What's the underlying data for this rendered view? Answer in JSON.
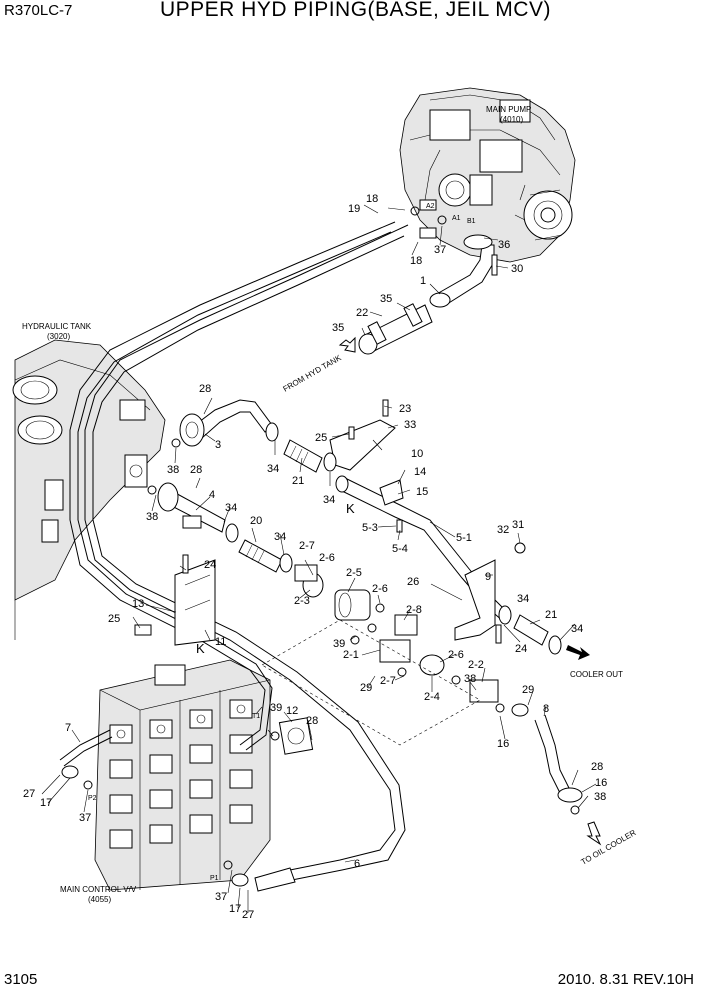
{
  "header": {
    "model": "R370LC-7",
    "title": "UPPER HYD PIPING(BASE, JEIL MCV)"
  },
  "footer": {
    "page": "3105",
    "revision": "2010. 8.31  REV.10H"
  },
  "assemblies": {
    "main_pump": {
      "name": "MAIN PUMP",
      "code": "(4010)"
    },
    "hydraulic_tank": {
      "name": "HYDRAULIC TANK",
      "code": "(3020)"
    },
    "main_control": {
      "name": "MAIN CONTROL V/V",
      "code": "(4055)"
    }
  },
  "flow": {
    "from_hyd_tank": "FROM HYD TANK",
    "cooler_out": "COOLER OUT",
    "to_oil_cooler": "TO OIL COOLER"
  },
  "ports": {
    "a1": "A1",
    "a2": "A2",
    "b1": "B1",
    "t1": "T1",
    "p1": "P1",
    "p2": "P2",
    "k": "K"
  },
  "callouts": [
    {
      "id": "c1",
      "n": "1"
    },
    {
      "id": "c2-1",
      "n": "2-1"
    },
    {
      "id": "c2-2",
      "n": "2-2"
    },
    {
      "id": "c2-3",
      "n": "2-3"
    },
    {
      "id": "c2-4",
      "n": "2-4"
    },
    {
      "id": "c2-5",
      "n": "2-5"
    },
    {
      "id": "c2-6a",
      "n": "2-6"
    },
    {
      "id": "c2-6b",
      "n": "2-6"
    },
    {
      "id": "c2-6c",
      "n": "2-6"
    },
    {
      "id": "c2-7a",
      "n": "2-7"
    },
    {
      "id": "c2-7b",
      "n": "2-7"
    },
    {
      "id": "c2-8",
      "n": "2-8"
    },
    {
      "id": "c3",
      "n": "3"
    },
    {
      "id": "c4",
      "n": "4"
    },
    {
      "id": "c5-1",
      "n": "5-1"
    },
    {
      "id": "c5-3",
      "n": "5-3"
    },
    {
      "id": "c5-4",
      "n": "5-4"
    },
    {
      "id": "c6",
      "n": "6"
    },
    {
      "id": "c7",
      "n": "7"
    },
    {
      "id": "c8",
      "n": "8"
    },
    {
      "id": "c9",
      "n": "9"
    },
    {
      "id": "c10",
      "n": "10"
    },
    {
      "id": "c11",
      "n": "11"
    },
    {
      "id": "c12",
      "n": "12"
    },
    {
      "id": "c13",
      "n": "13"
    },
    {
      "id": "c14",
      "n": "14"
    },
    {
      "id": "c15",
      "n": "15"
    },
    {
      "id": "c16a",
      "n": "16"
    },
    {
      "id": "c16b",
      "n": "16"
    },
    {
      "id": "c17a",
      "n": "17"
    },
    {
      "id": "c17b",
      "n": "17"
    },
    {
      "id": "c18a",
      "n": "18"
    },
    {
      "id": "c18b",
      "n": "18"
    },
    {
      "id": "c19",
      "n": "19"
    },
    {
      "id": "c20",
      "n": "20"
    },
    {
      "id": "c21a",
      "n": "21"
    },
    {
      "id": "c21b",
      "n": "21"
    },
    {
      "id": "c22",
      "n": "22"
    },
    {
      "id": "c23",
      "n": "23"
    },
    {
      "id": "c24a",
      "n": "24"
    },
    {
      "id": "c24b",
      "n": "24"
    },
    {
      "id": "c25a",
      "n": "25"
    },
    {
      "id": "c25b",
      "n": "25"
    },
    {
      "id": "c26",
      "n": "26"
    },
    {
      "id": "c27a",
      "n": "27"
    },
    {
      "id": "c27b",
      "n": "27"
    },
    {
      "id": "c28a",
      "n": "28"
    },
    {
      "id": "c28b",
      "n": "28"
    },
    {
      "id": "c28c",
      "n": "28"
    },
    {
      "id": "c28d",
      "n": "28"
    },
    {
      "id": "c29a",
      "n": "29"
    },
    {
      "id": "c29b",
      "n": "29"
    },
    {
      "id": "c30",
      "n": "30"
    },
    {
      "id": "c31",
      "n": "31"
    },
    {
      "id": "c32",
      "n": "32"
    },
    {
      "id": "c33",
      "n": "33"
    },
    {
      "id": "c34a",
      "n": "34"
    },
    {
      "id": "c34b",
      "n": "34"
    },
    {
      "id": "c34c",
      "n": "34"
    },
    {
      "id": "c34d",
      "n": "34"
    },
    {
      "id": "c34e",
      "n": "34"
    },
    {
      "id": "c34f",
      "n": "34"
    },
    {
      "id": "c35a",
      "n": "35"
    },
    {
      "id": "c35b",
      "n": "35"
    },
    {
      "id": "c36",
      "n": "36"
    },
    {
      "id": "c37a",
      "n": "37"
    },
    {
      "id": "c37b",
      "n": "37"
    },
    {
      "id": "c37c",
      "n": "37"
    },
    {
      "id": "c38a",
      "n": "38"
    },
    {
      "id": "c38b",
      "n": "38"
    },
    {
      "id": "c38c",
      "n": "38"
    },
    {
      "id": "c38d",
      "n": "38"
    },
    {
      "id": "c39a",
      "n": "39"
    },
    {
      "id": "c39b",
      "n": "39"
    }
  ]
}
